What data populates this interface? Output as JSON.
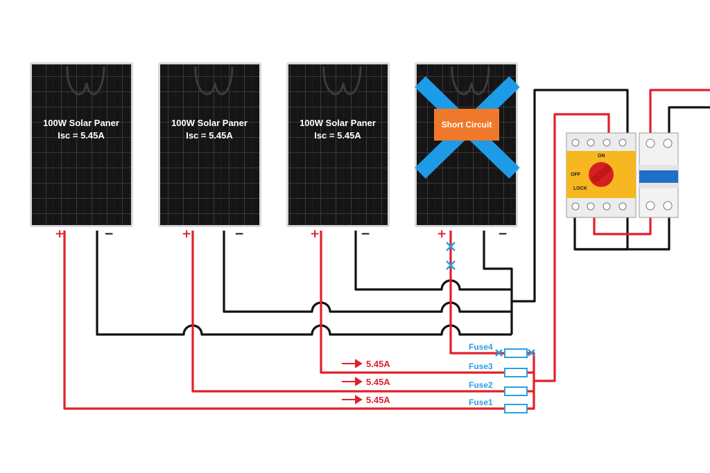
{
  "panels": [
    {
      "title": "100W Solar Paner",
      "isc": "Isc = 5.45A",
      "plus": "+",
      "minus": "−",
      "short": false
    },
    {
      "title": "100W Solar Paner",
      "isc": "Isc = 5.45A",
      "plus": "+",
      "minus": "−",
      "short": false
    },
    {
      "title": "100W Solar Paner",
      "isc": "Isc = 5.45A",
      "plus": "+",
      "minus": "−",
      "short": false
    },
    {
      "title": "",
      "isc": "",
      "plus": "+",
      "minus": "−",
      "short": true
    }
  ],
  "short_circuit_label": "Short Circuit",
  "currents": [
    "5.45A",
    "5.45A",
    "5.45A"
  ],
  "fuses": [
    "Fuse4",
    "Fuse3",
    "Fuse2",
    "Fuse1"
  ],
  "switch": {
    "on": "ON",
    "off": "OFF",
    "lock": "LOCK"
  },
  "colors": {
    "positive": "#e0202a",
    "negative": "#111111",
    "fuse": "#2a9fe0",
    "cross": "#1e9be6",
    "short_box": "#f0782a",
    "switch_body": "#f7b720"
  }
}
